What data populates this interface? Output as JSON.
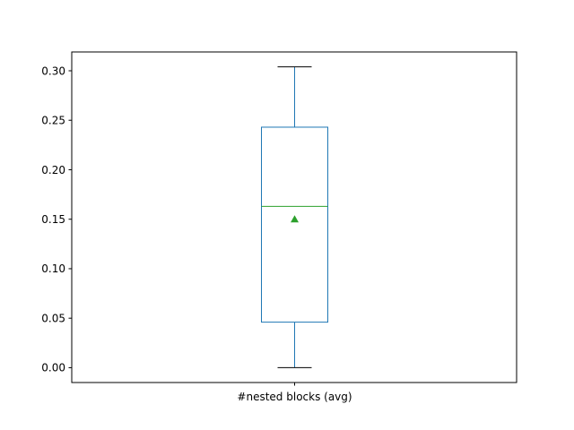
{
  "chart_data": {
    "type": "box",
    "categories": [
      "#nested blocks (avg)"
    ],
    "series": [
      {
        "category": "#nested blocks (avg)",
        "whisker_low": 0.0,
        "q1": 0.046,
        "median": 0.163,
        "mean": 0.15,
        "q3": 0.243,
        "whisker_high": 0.304
      }
    ],
    "ylim": [
      -0.015,
      0.319
    ],
    "yticks": [
      0.0,
      0.05,
      0.1,
      0.15,
      0.2,
      0.25,
      0.3
    ],
    "ytick_labels": [
      "0.00",
      "0.05",
      "0.10",
      "0.15",
      "0.20",
      "0.25",
      "0.30"
    ],
    "grid": false,
    "colors": {
      "box": "#1f77b4",
      "median": "#2ca02c",
      "mean_marker": "#2ca02c",
      "whisker_cap": "#000000"
    }
  }
}
